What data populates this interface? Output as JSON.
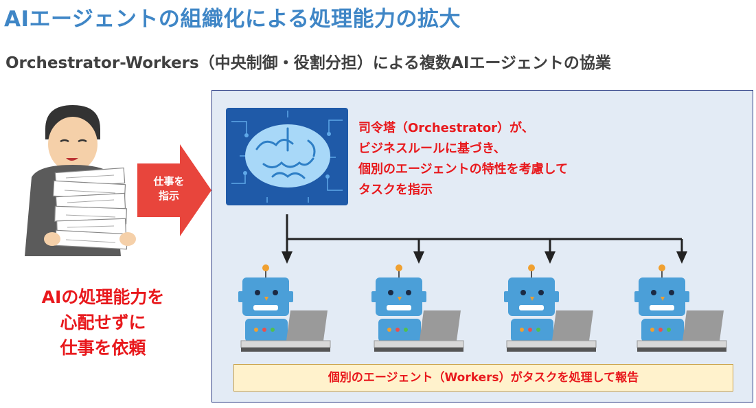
{
  "title": "AIエージェントの組織化による処理能力の拡大",
  "subtitle": "Orchestrator-Workers（中央制御・役割分担）による複数AIエージェントの協業",
  "arrow_label": [
    "仕事を",
    "指示"
  ],
  "request_text": [
    "AIの処理能力を",
    "心配せずに",
    "仕事を依頼"
  ],
  "orchestrator_text": [
    "司令塔（Orchestrator）が、",
    "ビジネスルールに基づき、",
    "個別のエージェントの特性を考慮して",
    "タスクを指示"
  ],
  "workers_text": "個別のエージェント（Workers）がタスクを処理して報告",
  "colors": {
    "title": "#3f86c6",
    "subtitle": "#404040",
    "emphasis_red": "#e8181c",
    "arrow_red": "#e8453c",
    "panel_bg": "#e3ebf5",
    "panel_border": "#2f3f86",
    "workers_bg": "#fff2cc",
    "brain_bg": "#1f5aa8",
    "robot_blue": "#4b9fd8"
  },
  "icons": [
    "person-with-documents-icon",
    "brain-circuit-icon",
    "robot-with-laptop-icon"
  ]
}
